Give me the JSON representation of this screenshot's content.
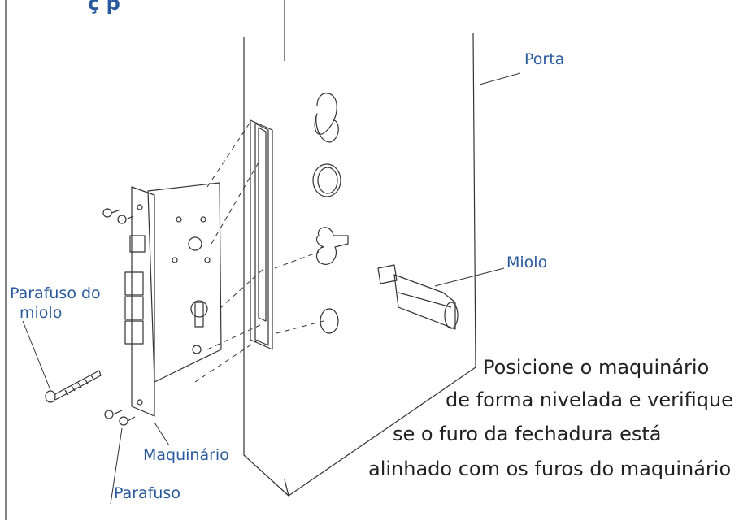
{
  "colors": {
    "label": "#2a5a9e",
    "text": "#222222",
    "line": "#333333"
  },
  "title": "ç   p",
  "labels": {
    "porta": "Porta",
    "miolo": "Miolo",
    "parafuso_do_miolo": "Parafuso do\nmiolo",
    "parafuso_do_miolo_l1": "Parafuso do",
    "parafuso_do_miolo_l2": "miolo",
    "maquinario": "Maquinário",
    "parafuso": "Parafuso"
  },
  "instructions": [
    "Posicione o maquinário",
    "de forma nivelada e verifique",
    "se o furo da fechadura está",
    "alinhado com os furos do maquinário"
  ]
}
